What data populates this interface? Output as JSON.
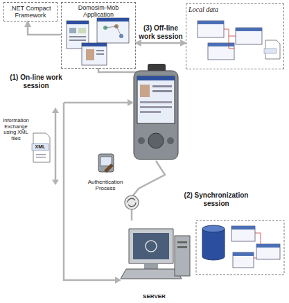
{
  "diagram": {
    "nodes": [
      {
        "text": [
          ".NET Compact Framework"
        ]
      },
      {
        "text": [
          "Domosim-Mob Application"
        ]
      },
      {
        "text": [
          "Local data"
        ]
      },
      {
        "text": [
          "SERVER"
        ]
      },
      {
        "text": [
          "Authentication Process"
        ]
      }
    ],
    "edges": [
      {
        "from": 1,
        "to": 0,
        "arrow": "to"
      },
      {
        "from": 1,
        "to": 2,
        "arrow": "both",
        "label": "(3) Off-line work session"
      }
    ],
    "labels": [
      "(1) On-line work session",
      "Information Exchange using XML files",
      "XML",
      "(2) Synchronization session"
    ]
  }
}
